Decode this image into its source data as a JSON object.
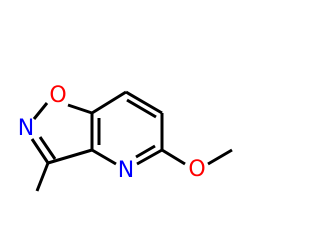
{
  "molecule": {
    "atoms": {
      "ring_oxygen": "O",
      "ring_nitrogen": "N",
      "pyridine_nitrogen": "N",
      "methoxy_oxygen": "O"
    },
    "colors": {
      "oxygen": "#ff0000",
      "nitrogen": "#0000ff",
      "carbon_bond": "#000000",
      "background": "#ffffff"
    }
  }
}
